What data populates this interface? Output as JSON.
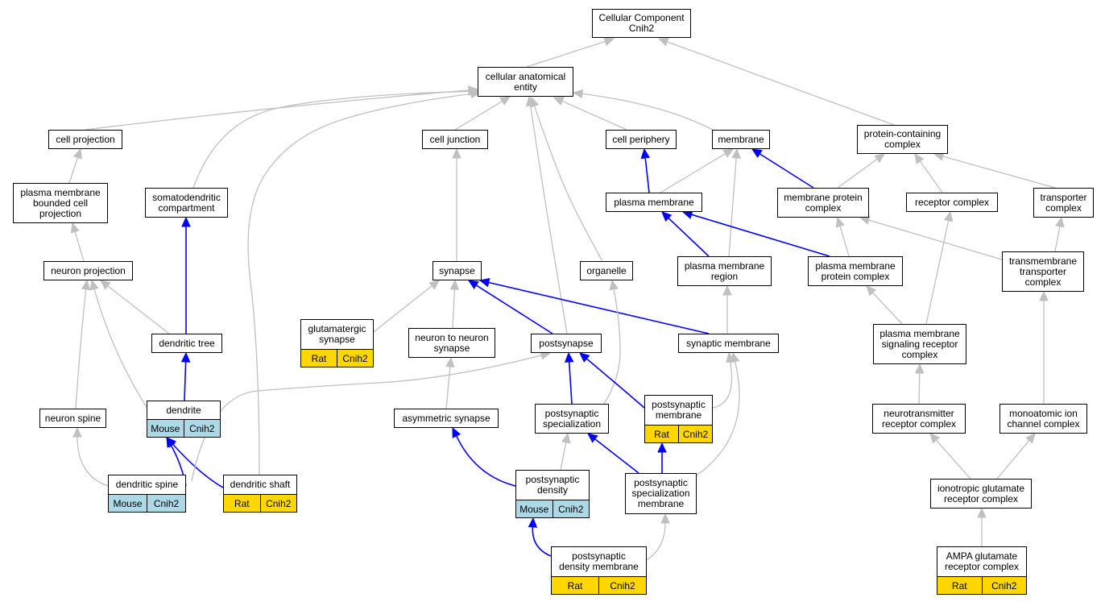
{
  "colors": {
    "is_a": "#c0c0c0",
    "part_of": "#0000ff",
    "rat": "#ffd700",
    "mouse": "#add8e6"
  },
  "nodes": [
    {
      "id": "cc",
      "label": "Cellular Component\nCnih2"
    },
    {
      "id": "cae",
      "label": "cellular anatomical\nentity"
    },
    {
      "id": "cellproj",
      "label": "cell projection"
    },
    {
      "id": "celljunc",
      "label": "cell junction"
    },
    {
      "id": "cellper",
      "label": "cell periphery"
    },
    {
      "id": "membrane",
      "label": "membrane"
    },
    {
      "id": "pcc",
      "label": "protein-containing\ncomplex"
    },
    {
      "id": "pmbcp",
      "label": "plasma membrane\nbounded cell\nprojection"
    },
    {
      "id": "somato",
      "label": "somatodendritic\ncompartment"
    },
    {
      "id": "pm",
      "label": "plasma membrane"
    },
    {
      "id": "mpc",
      "label": "membrane protein\ncomplex"
    },
    {
      "id": "rc",
      "label": "receptor complex"
    },
    {
      "id": "tc",
      "label": "transporter\ncomplex"
    },
    {
      "id": "neuproj",
      "label": "neuron projection"
    },
    {
      "id": "synapse",
      "label": "synapse"
    },
    {
      "id": "organelle",
      "label": "organelle"
    },
    {
      "id": "pmr",
      "label": "plasma membrane\nregion"
    },
    {
      "id": "pmpc",
      "label": "plasma membrane\nprotein complex"
    },
    {
      "id": "ttc",
      "label": "transmembrane\ntransporter\ncomplex"
    },
    {
      "id": "glusyn",
      "label": "glutamatergic\nsynapse",
      "annotation": {
        "species": "Rat",
        "gene": "Cnih2",
        "kind": "rat"
      }
    },
    {
      "id": "dendtree",
      "label": "dendritic tree"
    },
    {
      "id": "n2n",
      "label": "neuron to neuron\nsynapse"
    },
    {
      "id": "postsyn",
      "label": "postsynapse"
    },
    {
      "id": "synmem",
      "label": "synaptic membrane"
    },
    {
      "id": "pmsrc",
      "label": "plasma membrane\nsignaling receptor\ncomplex"
    },
    {
      "id": "neuspine",
      "label": "neuron spine"
    },
    {
      "id": "dendrite",
      "label": "dendrite",
      "annotation": {
        "species": "Mouse",
        "gene": "Cnih2",
        "kind": "mouse"
      }
    },
    {
      "id": "asymsyn",
      "label": "asymmetric synapse"
    },
    {
      "id": "pss",
      "label": "postsynaptic\nspecialization"
    },
    {
      "id": "psm",
      "label": "postsynaptic\nmembrane",
      "annotation": {
        "species": "Rat",
        "gene": "Cnih2",
        "kind": "rat"
      }
    },
    {
      "id": "ntrc",
      "label": "neurotransmitter\nreceptor complex"
    },
    {
      "id": "mic",
      "label": "monoatomic ion\nchannel complex"
    },
    {
      "id": "dendspine",
      "label": "dendritic spine",
      "annotation": {
        "species": "Mouse",
        "gene": "Cnih2",
        "kind": "mouse"
      }
    },
    {
      "id": "dendshaft",
      "label": "dendritic shaft",
      "annotation": {
        "species": "Rat",
        "gene": "Cnih2",
        "kind": "rat"
      }
    },
    {
      "id": "psd",
      "label": "postsynaptic\ndensity",
      "annotation": {
        "species": "Mouse",
        "gene": "Cnih2",
        "kind": "mouse"
      }
    },
    {
      "id": "pssm",
      "label": "postsynaptic\nspecialization\nmembrane"
    },
    {
      "id": "igrc",
      "label": "ionotropic glutamate\nreceptor complex"
    },
    {
      "id": "psdm",
      "label": "postsynaptic\ndensity membrane",
      "annotation": {
        "species": "Rat",
        "gene": "Cnih2",
        "kind": "rat"
      }
    },
    {
      "id": "ampa",
      "label": "AMPA glutamate\nreceptor complex",
      "annotation": {
        "species": "Rat",
        "gene": "Cnih2",
        "kind": "rat"
      }
    }
  ],
  "edges": [
    {
      "from": "cae",
      "to": "cc",
      "kind": "is_a"
    },
    {
      "from": "pcc",
      "to": "cc",
      "kind": "is_a"
    },
    {
      "from": "cellproj",
      "to": "cae",
      "kind": "is_a"
    },
    {
      "from": "somato",
      "to": "cae",
      "kind": "is_a"
    },
    {
      "from": "dendshaft",
      "to": "cae",
      "kind": "is_a"
    },
    {
      "from": "celljunc",
      "to": "cae",
      "kind": "is_a"
    },
    {
      "from": "postsyn",
      "to": "cae",
      "kind": "is_a"
    },
    {
      "from": "organelle",
      "to": "cae",
      "kind": "is_a"
    },
    {
      "from": "cellper",
      "to": "cae",
      "kind": "is_a"
    },
    {
      "from": "membrane",
      "to": "cae",
      "kind": "is_a"
    },
    {
      "from": "pmbcp",
      "to": "cellproj",
      "kind": "is_a"
    },
    {
      "from": "neuproj",
      "to": "pmbcp",
      "kind": "is_a"
    },
    {
      "from": "dendtree",
      "to": "somato",
      "kind": "part_of"
    },
    {
      "from": "dendtree",
      "to": "neuproj",
      "kind": "is_a"
    },
    {
      "from": "dendrite",
      "to": "neuproj",
      "kind": "is_a"
    },
    {
      "from": "neuspine",
      "to": "neuproj",
      "kind": "is_a"
    },
    {
      "from": "dendrite",
      "to": "dendtree",
      "kind": "part_of"
    },
    {
      "from": "dendspine",
      "to": "neuspine",
      "kind": "is_a"
    },
    {
      "from": "dendspine",
      "to": "dendrite",
      "kind": "part_of"
    },
    {
      "from": "dendshaft",
      "to": "dendrite",
      "kind": "part_of"
    },
    {
      "from": "dendspine",
      "to": "postsyn",
      "kind": "is_a"
    },
    {
      "from": "synapse",
      "to": "celljunc",
      "kind": "is_a"
    },
    {
      "from": "glusyn",
      "to": "synapse",
      "kind": "is_a"
    },
    {
      "from": "n2n",
      "to": "synapse",
      "kind": "is_a"
    },
    {
      "from": "postsyn",
      "to": "synapse",
      "kind": "part_of"
    },
    {
      "from": "synmem",
      "to": "synapse",
      "kind": "part_of"
    },
    {
      "from": "asymsyn",
      "to": "n2n",
      "kind": "is_a"
    },
    {
      "from": "psd",
      "to": "asymsyn",
      "kind": "part_of"
    },
    {
      "from": "pm",
      "to": "cellper",
      "kind": "part_of"
    },
    {
      "from": "pm",
      "to": "membrane",
      "kind": "is_a"
    },
    {
      "from": "pmr",
      "to": "membrane",
      "kind": "is_a"
    },
    {
      "from": "mpc",
      "to": "membrane",
      "kind": "part_of"
    },
    {
      "from": "pmr",
      "to": "pm",
      "kind": "part_of"
    },
    {
      "from": "pmpc",
      "to": "pm",
      "kind": "part_of"
    },
    {
      "from": "synmem",
      "to": "pmr",
      "kind": "is_a"
    },
    {
      "from": "mpc",
      "to": "pcc",
      "kind": "is_a"
    },
    {
      "from": "rc",
      "to": "pcc",
      "kind": "is_a"
    },
    {
      "from": "tc",
      "to": "pcc",
      "kind": "is_a"
    },
    {
      "from": "pmpc",
      "to": "mpc",
      "kind": "is_a"
    },
    {
      "from": "ttc",
      "to": "mpc",
      "kind": "is_a"
    },
    {
      "from": "ttc",
      "to": "tc",
      "kind": "is_a"
    },
    {
      "from": "pmsrc",
      "to": "rc",
      "kind": "is_a"
    },
    {
      "from": "pmsrc",
      "to": "pmpc",
      "kind": "is_a"
    },
    {
      "from": "ntrc",
      "to": "pmsrc",
      "kind": "is_a"
    },
    {
      "from": "mic",
      "to": "ttc",
      "kind": "is_a"
    },
    {
      "from": "igrc",
      "to": "ntrc",
      "kind": "is_a"
    },
    {
      "from": "igrc",
      "to": "mic",
      "kind": "is_a"
    },
    {
      "from": "ampa",
      "to": "igrc",
      "kind": "is_a"
    },
    {
      "from": "pss",
      "to": "organelle",
      "kind": "is_a"
    },
    {
      "from": "pss",
      "to": "postsyn",
      "kind": "part_of"
    },
    {
      "from": "psm",
      "to": "postsyn",
      "kind": "part_of"
    },
    {
      "from": "psm",
      "to": "synmem",
      "kind": "is_a"
    },
    {
      "from": "pssm",
      "to": "synmem",
      "kind": "is_a"
    },
    {
      "from": "pssm",
      "to": "pss",
      "kind": "part_of"
    },
    {
      "from": "pssm",
      "to": "psm",
      "kind": "part_of"
    },
    {
      "from": "psd",
      "to": "pss",
      "kind": "is_a"
    },
    {
      "from": "psdm",
      "to": "psd",
      "kind": "part_of"
    },
    {
      "from": "psdm",
      "to": "pssm",
      "kind": "is_a"
    }
  ]
}
